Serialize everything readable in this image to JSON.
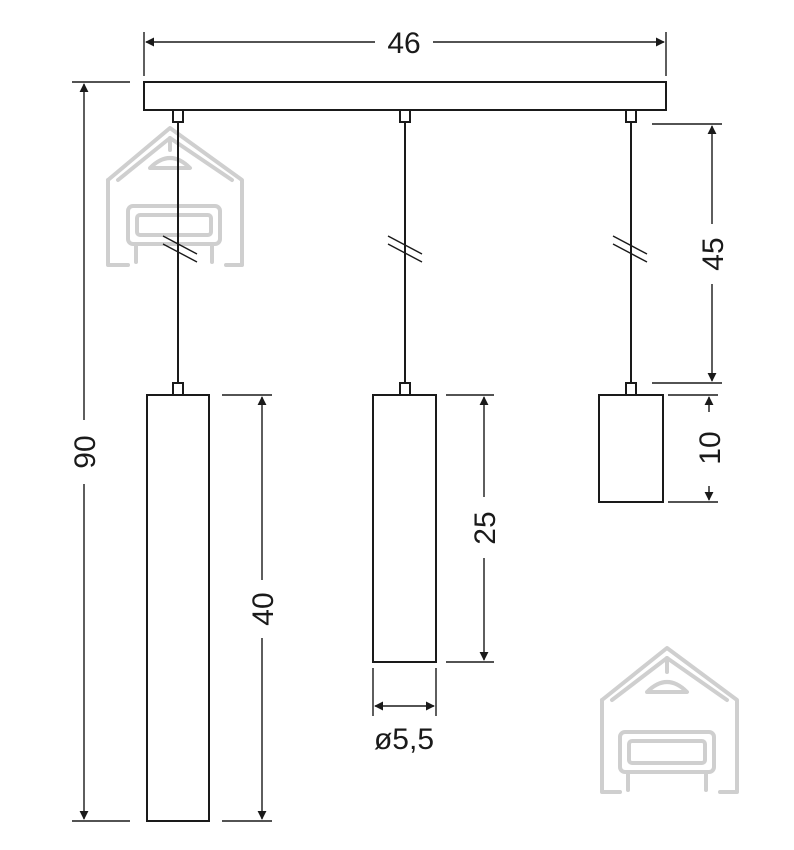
{
  "dimensions": {
    "canopy_width": "46",
    "total_height": "90",
    "cable_length": "45",
    "shade_long": "40",
    "shade_medium": "25",
    "shade_short": "10",
    "shade_diameter": "ø5,5"
  },
  "colors": {
    "line": "#1a1a1a",
    "watermark": "#cfcfcf"
  },
  "icons": [
    "house-lamp-watermark-icon"
  ]
}
